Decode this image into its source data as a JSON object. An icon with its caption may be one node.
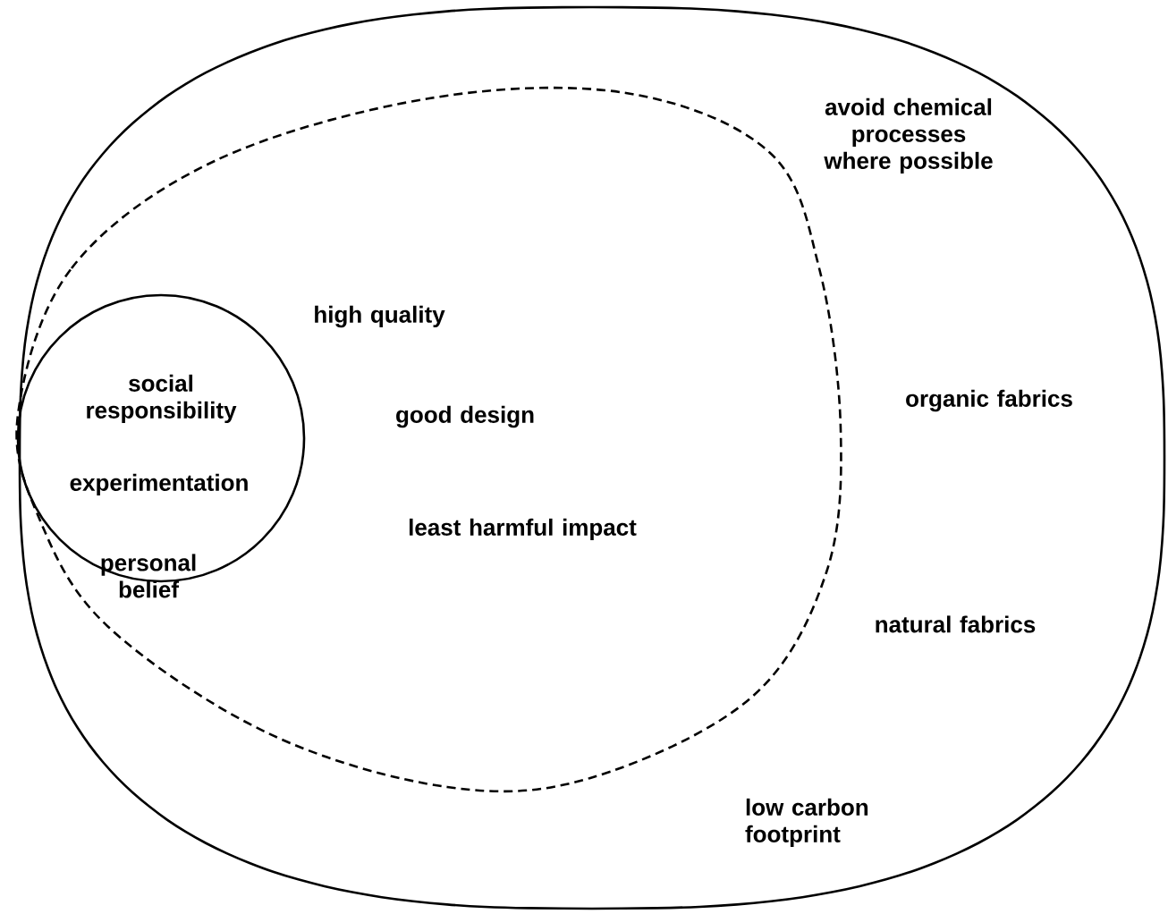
{
  "diagram": {
    "nodes": [
      {
        "text": [
          "avoid chemical processes where possible",
          "organic fabrics",
          "natural fabrics",
          "low carbon footprint"
        ]
      },
      {
        "text": [
          "high quality",
          "good design",
          "least harmful impact"
        ],
        "in": 0
      },
      {
        "text": [
          "social responsibility",
          "experimentation",
          "personal belief"
        ],
        "in": 1
      }
    ]
  }
}
